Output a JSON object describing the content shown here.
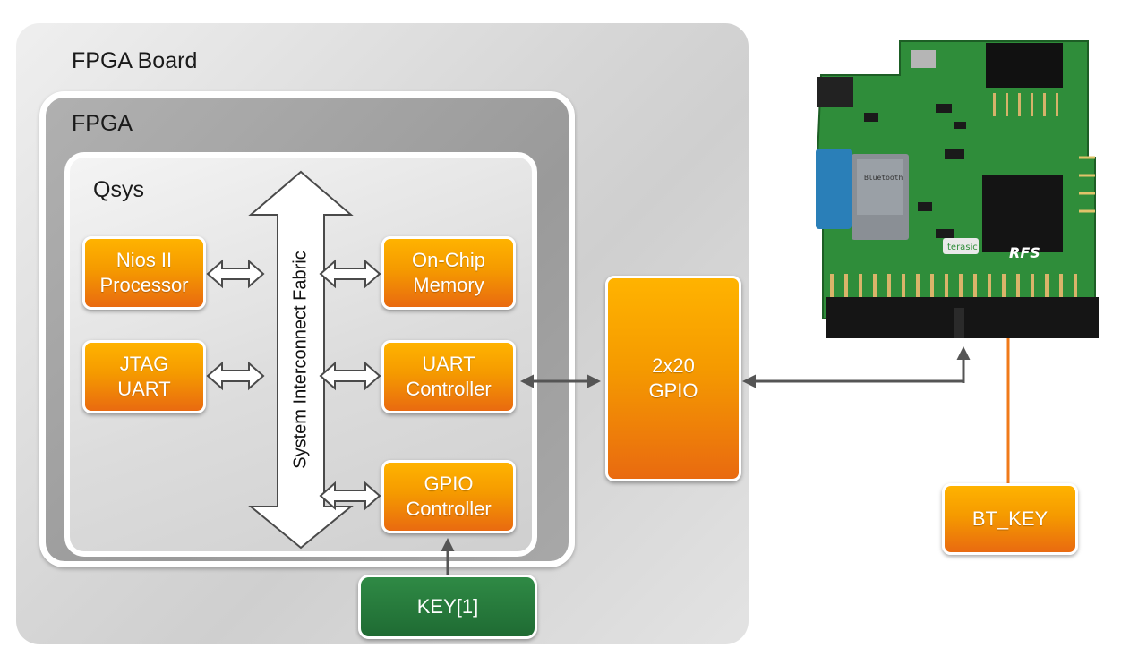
{
  "labels": {
    "board": "FPGA Board",
    "fpga": "FPGA",
    "qsys": "Qsys",
    "bus": "System Interconnect Fabric"
  },
  "modules": {
    "nios": [
      "Nios II",
      "Processor"
    ],
    "jtag": [
      "JTAG",
      "UART"
    ],
    "onchip": [
      "On-Chip",
      "Memory"
    ],
    "uart": [
      "UART",
      "Controller"
    ],
    "gpio_ctrl": [
      "GPIO",
      "Controller"
    ],
    "gpio_2x20": [
      "2x20",
      "GPIO"
    ]
  },
  "key1": "KEY[1]",
  "bt_key": "BT_KEY",
  "pcb": {
    "vendor_mark": "terasic",
    "board_mark": "RFS",
    "module_text": "Bluetooth"
  },
  "colors": {
    "module_top": "#ffb300",
    "module_bottom": "#e96a10",
    "key_green": "#1f6b33",
    "bt_wire": "#f07a1a",
    "pcb_green": "#2f8d3a"
  }
}
